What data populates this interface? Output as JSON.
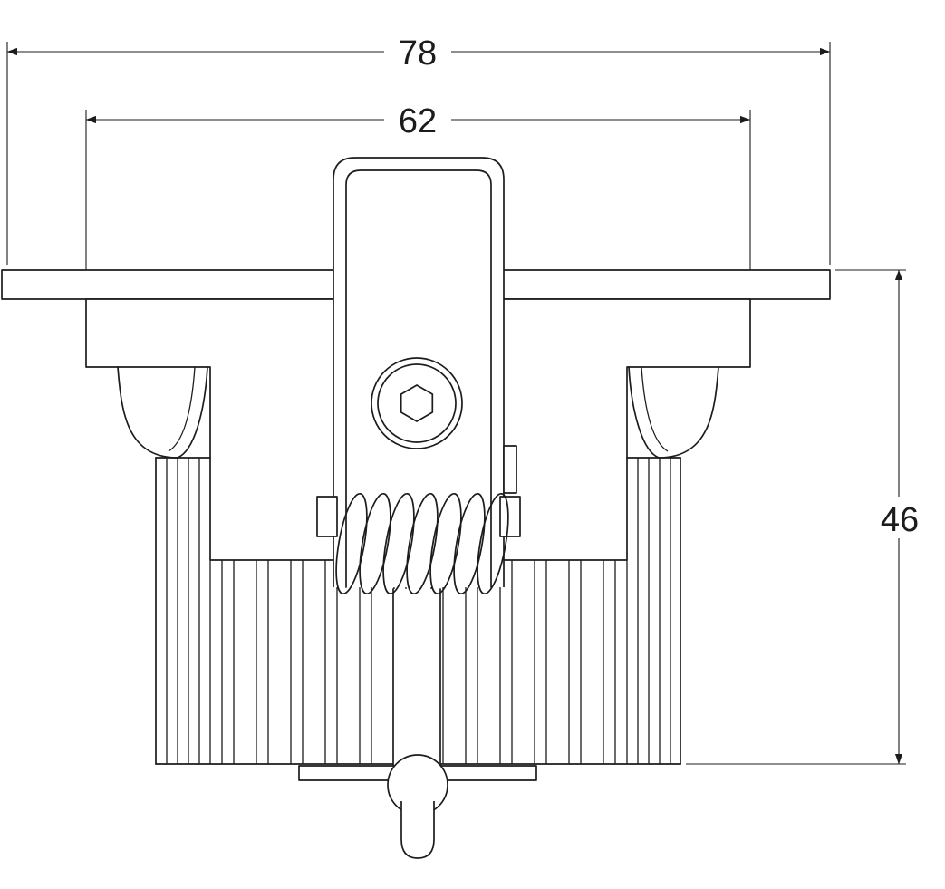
{
  "figure": {
    "kind": "technical-drawing-side-section",
    "line_color": "#1c1c1c",
    "background_color": "#ffffff",
    "dimensions": {
      "overall_width": "78",
      "inner_width": "62",
      "height": "46"
    }
  }
}
